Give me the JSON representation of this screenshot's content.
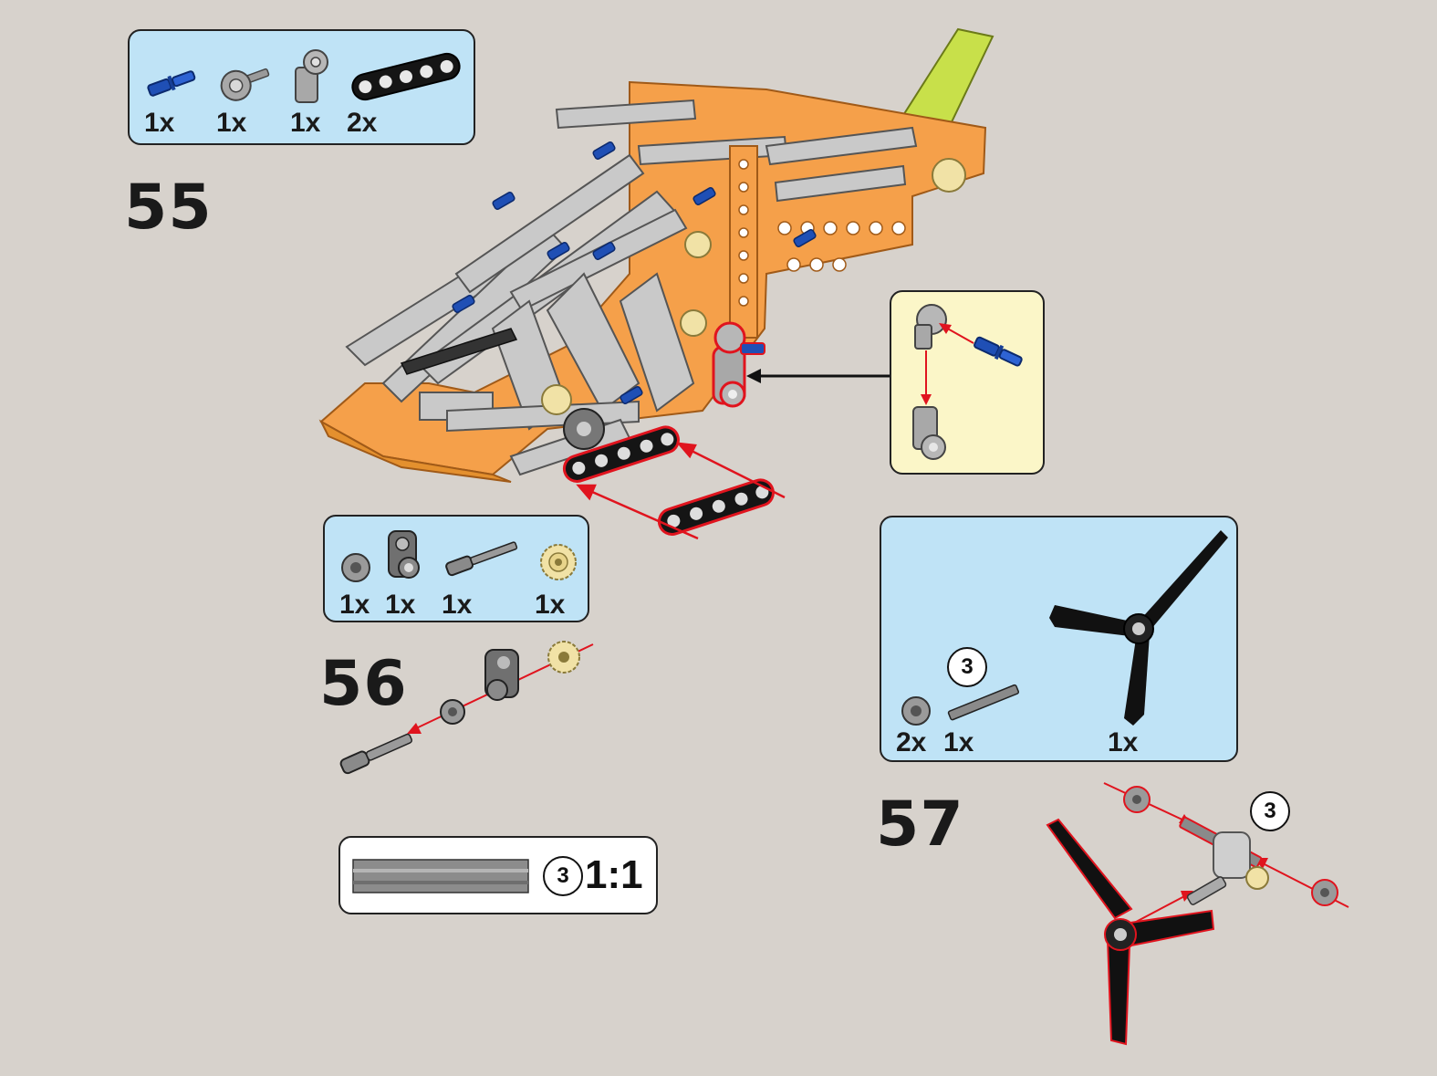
{
  "steps": {
    "s55": "55",
    "s56": "56",
    "s57": "57"
  },
  "step55_parts": {
    "p1_qty": "1x",
    "p2_qty": "1x",
    "p3_qty": "1x",
    "p4_qty": "2x"
  },
  "step56_parts": {
    "p1_qty": "1x",
    "p2_qty": "1x",
    "p3_qty": "1x",
    "p4_qty": "1x"
  },
  "step57_parts": {
    "p1_qty": "2x",
    "p2_qty": "1x",
    "p2_length": "3",
    "p3_qty": "1x"
  },
  "scale_box": {
    "length": "3",
    "ratio": "1:1"
  },
  "step57_callout": "3",
  "icons": {
    "pin": "blue-axle-pin-icon",
    "connector": "axle-pin-connector-icon",
    "angle": "angle-connector-icon",
    "beam": "black-liftarm-icon",
    "bush": "bush-icon",
    "gear": "tan-gear-icon",
    "propeller": "propeller-icon",
    "axle": "axle-icon"
  },
  "colors": {
    "background": "#d7d2cc",
    "blue_panel": "#bfe3f6",
    "yellow_panel": "#fbf6c8",
    "orange": "#f5a04a",
    "lime": "#c8e04a",
    "arrow_red": "#e0141e",
    "pin_blue": "#1f4fb5"
  }
}
